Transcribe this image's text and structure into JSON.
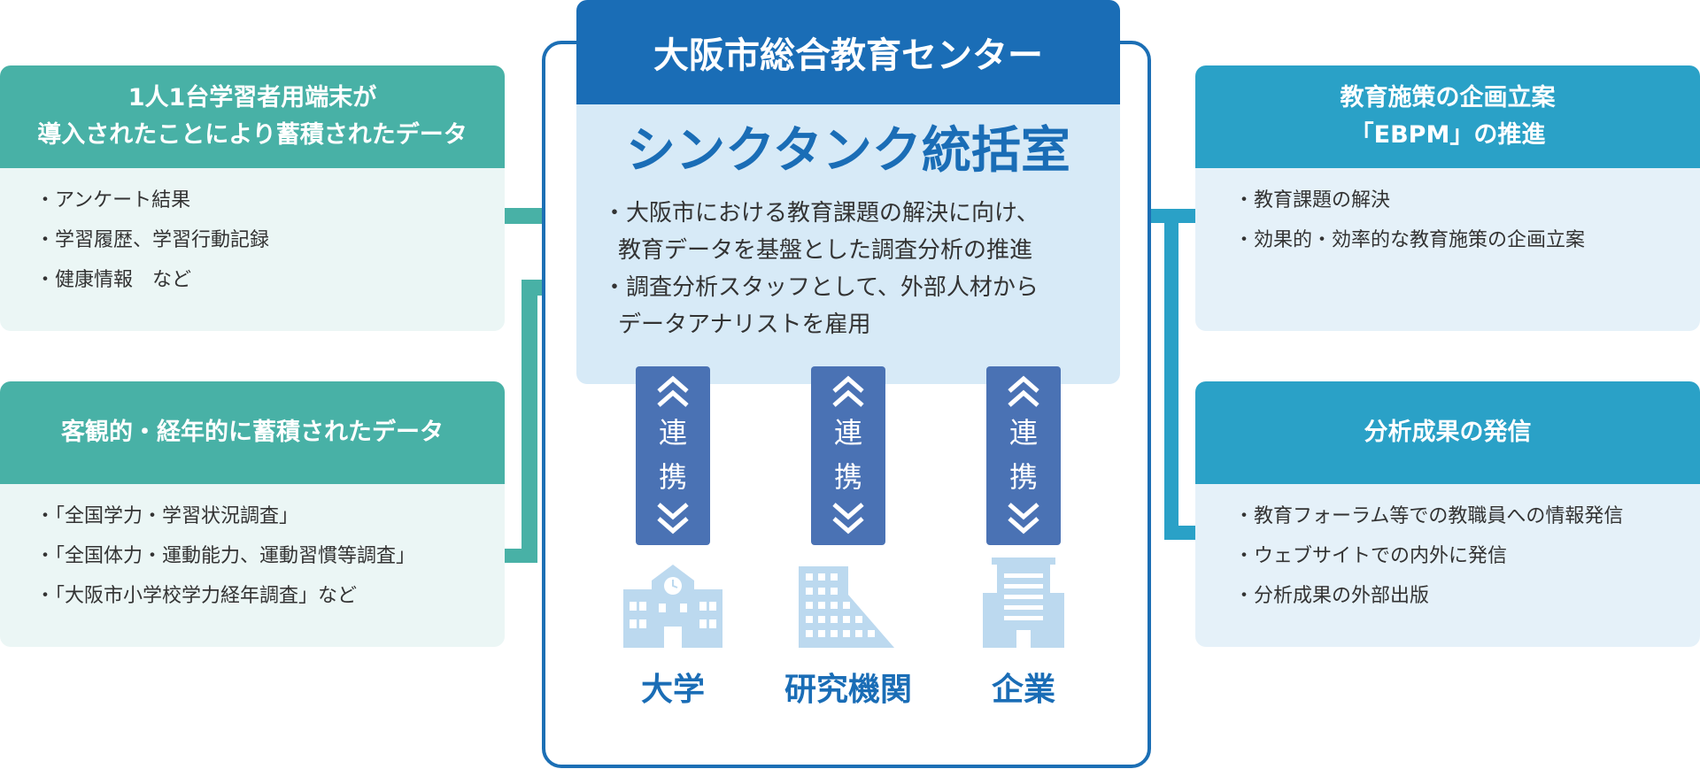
{
  "left_boxes": [
    {
      "title_lines": [
        "1人1台学習者用端末が",
        "導入されたことにより蓄積されたデータ"
      ],
      "items": [
        "アンケート結果",
        "学習履歴、学習行動記録",
        "健康情報　など"
      ]
    },
    {
      "title_lines": [
        "客観的・経年的に蓄積されたデータ"
      ],
      "items": [
        "「全国学力・学習状況調査」",
        "「全国体力・運動能力、運動習慣等調査」",
        "「大阪市小学校学力経年調査」など"
      ]
    }
  ],
  "center": {
    "title": "大阪市総合教育センター",
    "subtitle": "シンクタンク統括室",
    "items": [
      [
        "大阪市における教育課題の解決に向け、",
        "教育データを基盤とした調査分析の推進"
      ],
      [
        "調査分析スタッフとして、外部人材から",
        "データアナリストを雇用"
      ]
    ],
    "link_chars": [
      "連",
      "携"
    ],
    "partners": [
      {
        "label": "大学",
        "icon": "school-icon"
      },
      {
        "label": "研究機関",
        "icon": "research-building-icon"
      },
      {
        "label": "企業",
        "icon": "office-building-icon"
      }
    ]
  },
  "right_boxes": [
    {
      "title_lines": [
        "教育施策の企画立案",
        "「EBPM」の推進"
      ],
      "items": [
        "教育課題の解決",
        "効果的・効率的な教育施策の企画立案"
      ]
    },
    {
      "title_lines": [
        "分析成果の発信"
      ],
      "items": [
        "教育フォーラム等での教職員への情報発信",
        "ウェブサイトでの内外に発信",
        "分析成果の外部出版"
      ]
    }
  ],
  "colors": {
    "teal_head": "#48b1a6",
    "teal_body": "#ebf6f5",
    "blue_head": "#2aa1c7",
    "blue_body": "#e5f1f9",
    "center_blue": "#1a6db6",
    "link_bar": "#4a72b4",
    "icon": "#bcd9ef"
  }
}
